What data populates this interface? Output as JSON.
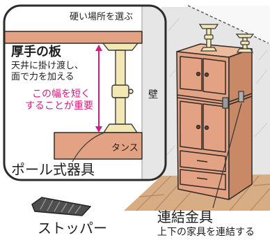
{
  "inset": {
    "top_note": "硬い場所を選ぶ",
    "board": {
      "title": "厚手の板",
      "desc": [
        "天井に掛け渡し、",
        "面で力を加える"
      ]
    },
    "gap_note": [
      "この幅を短く",
      "することが重要"
    ],
    "wall_label": "壁",
    "wardrobe_label": "タンス",
    "pole_label": "ポール式器具"
  },
  "stopper": {
    "label": "ストッパー"
  },
  "connector": {
    "title": "連結金具",
    "desc": "上下の家具を連結する"
  },
  "colors": {
    "furniture": "#e2a283",
    "furniture_light": "#ecbb9c",
    "furniture_shade": "#c98966",
    "pole": "#f3e8b4",
    "accent": "#d81b7f",
    "wall": "#e6e6e6",
    "floor": "#d7ad86",
    "stopper": "#4f4f4f"
  }
}
